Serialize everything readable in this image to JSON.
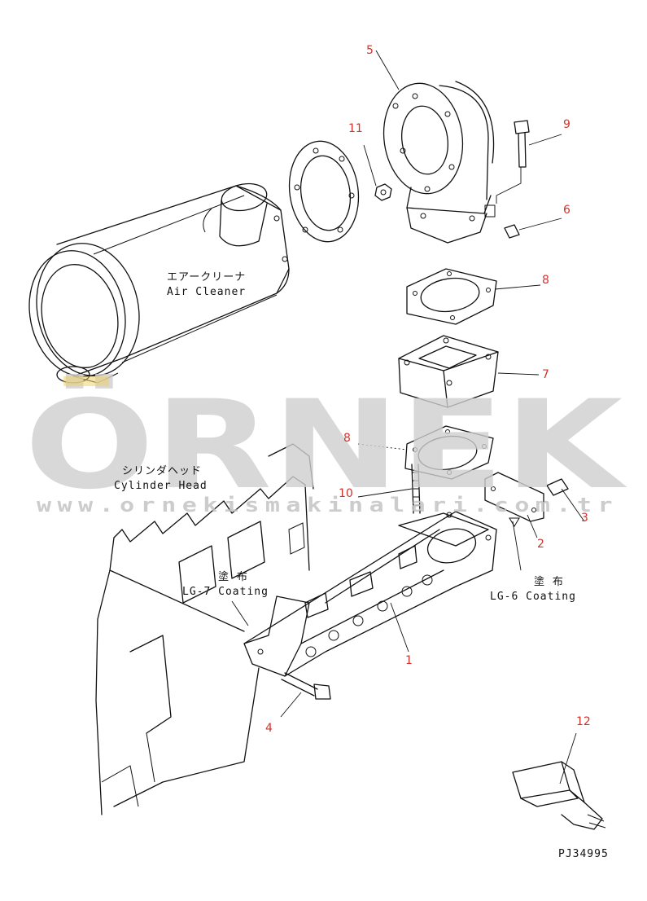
{
  "callouts": {
    "c1": "1",
    "c2": "2",
    "c3": "3",
    "c4": "4",
    "c5": "5",
    "c6": "6",
    "c7": "7",
    "c8a": "8",
    "c8b": "8",
    "c9": "9",
    "c10": "10",
    "c11": "11",
    "c12": "12"
  },
  "labels": {
    "air_cleaner_jp": "エアークリーナ",
    "air_cleaner_en": "Air Cleaner",
    "cylinder_head_jp": "シリンダヘッド",
    "cylinder_head_en": "Cylinder Head",
    "coating_jp_left": "塗 布",
    "coating_lg7": "LG-7 Coating",
    "coating_jp_right": "塗 布",
    "coating_lg6": "LG-6 Coating",
    "drawing_number": "PJ34995"
  },
  "watermark": {
    "brand": "ÖRNEK",
    "url": "www.ornekismakinalari.com.tr"
  },
  "colors": {
    "callout": "#d0342c",
    "line": "#111111",
    "watermark": "#cfcfcf",
    "watermark_accent": "#f0d060"
  }
}
